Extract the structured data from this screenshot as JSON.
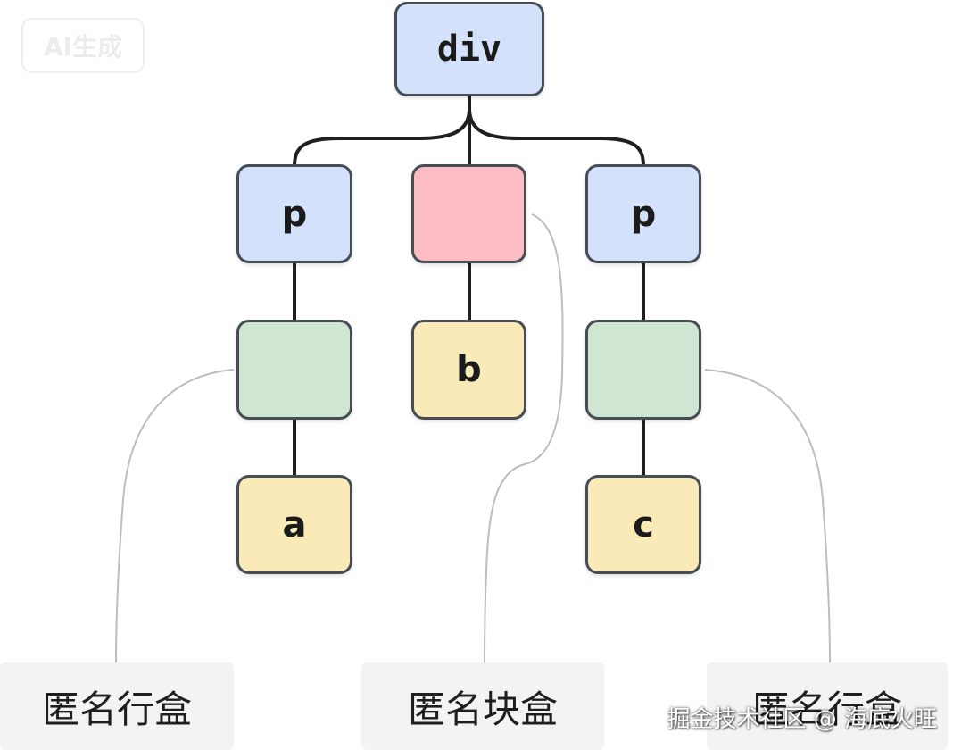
{
  "badge": "AI生成",
  "nodes": {
    "root": "div",
    "left_p": "p",
    "middle_block": "",
    "right_p": "p",
    "left_anon": "",
    "middle_b": "b",
    "right_anon": "",
    "left_a": "a",
    "right_c": "c"
  },
  "labels": {
    "left": "匿名行盒",
    "middle": "匿名块盒",
    "right": "匿名行盒"
  },
  "watermark": "掘金技术社区 @ 海底火旺",
  "colors": {
    "element": "#d3e2fa",
    "block_anonymous": "#fbbcc4",
    "inline_anonymous": "#cfe6d2",
    "text": "#faeab7",
    "border": "#474d55"
  }
}
